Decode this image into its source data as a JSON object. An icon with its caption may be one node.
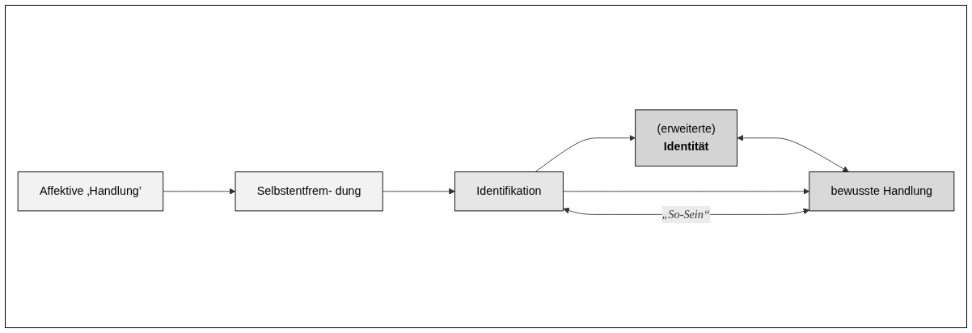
{
  "diagram": {
    "nodes": [
      {
        "text": [
          "Affektive ‚Handlung’"
        ]
      },
      {
        "text": [
          "Selbstentfrem- dung"
        ]
      },
      {
        "text": [
          "Identifikation"
        ]
      },
      {
        "text": [
          "(erweiterte)",
          "Identität"
        ]
      },
      {
        "text": [
          "bewusste Handlung"
        ]
      }
    ],
    "edges": [
      {
        "from": 0,
        "to": 1,
        "arrow": "to"
      },
      {
        "from": 1,
        "to": 2,
        "arrow": "to"
      },
      {
        "from": 2,
        "to": 3,
        "arrow": "to"
      },
      {
        "from": 3,
        "to": 4,
        "arrow": "both"
      },
      {
        "from": 2,
        "to": 4,
        "arrow": "to"
      },
      {
        "from": 2,
        "to": 4,
        "arrow": "both",
        "label": "„So-Sein“"
      }
    ]
  }
}
